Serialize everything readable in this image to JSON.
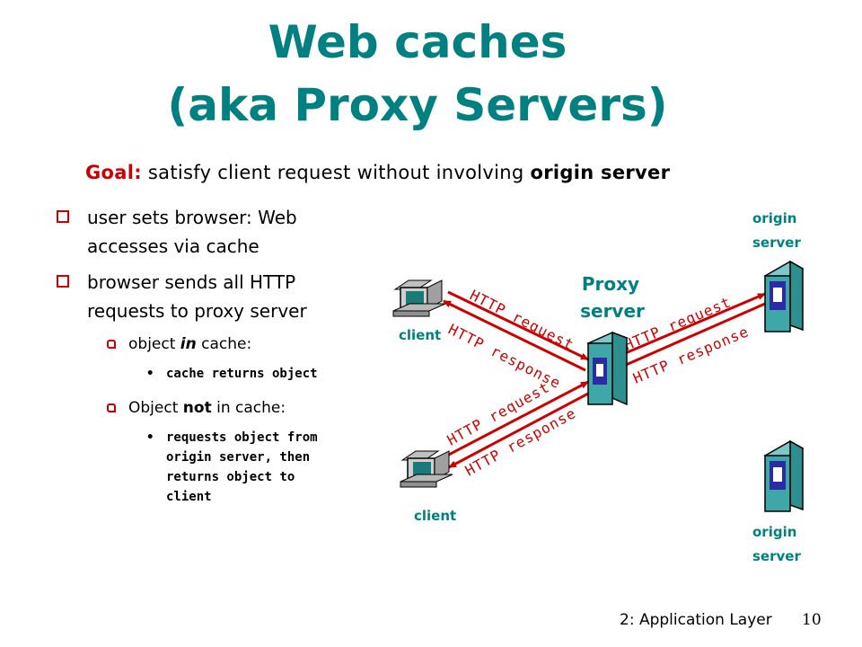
{
  "title": {
    "line1": "Web caches",
    "line2": "(aka Proxy Servers)"
  },
  "goal": {
    "label": "Goal:",
    "text": "satisfy client request without involving",
    "bold": "origin server"
  },
  "bullets": {
    "b1_l1": "user sets browser: Web",
    "b1_l2": "accesses via  cache",
    "b2_l1": "browser sends all HTTP",
    "b2_l2": "requests to proxy server",
    "s1_a": "object ",
    "s1_b": "in",
    "s1_c": " cache:",
    "ss1": "cache returns object",
    "s2_a": "Object ",
    "s2_b": "not",
    "s2_c": " in cache:",
    "ss2_l1": "requests object from",
    "ss2_l2": "origin server, then",
    "ss2_l3": "returns object to",
    "ss2_l4": "client",
    "dot": "•"
  },
  "diagram": {
    "proxy_l1": "Proxy",
    "proxy_l2": "server",
    "client": "client",
    "origin_l1": "origin",
    "origin_l2": "server",
    "http_request": "HTTP request",
    "http_response": "HTTP response"
  },
  "footer": {
    "label": "2: Application Layer",
    "page": "10"
  },
  "colors": {
    "title": "#008080",
    "accent": "#cc0000",
    "server": "#3fa7a7",
    "server_window": "#2b2ba6"
  }
}
